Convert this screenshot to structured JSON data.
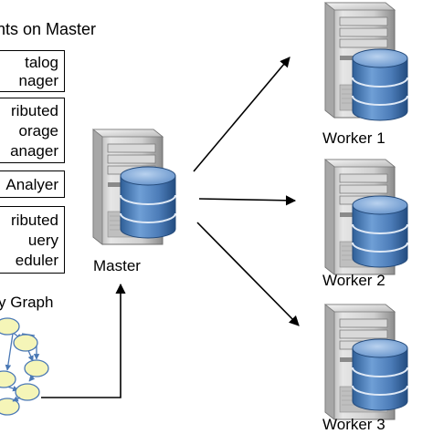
{
  "master_panel": {
    "title": "nts on Master",
    "components": [
      {
        "lines": [
          "talog",
          "nager"
        ]
      },
      {
        "lines": [
          "ributed",
          "orage",
          "anager"
        ]
      },
      {
        "lines": [
          "Analyer"
        ]
      },
      {
        "lines": [
          "ributed",
          "uery",
          "eduler"
        ]
      }
    ]
  },
  "graph_panel": {
    "title": "y Graph"
  },
  "nodes": {
    "master": {
      "label": "Master"
    },
    "workers": [
      {
        "label": "Worker 1"
      },
      {
        "label": "Worker 2"
      },
      {
        "label": "Worker 3"
      }
    ]
  },
  "colors": {
    "db_blue": "#4f7fb8",
    "db_blue_light": "#8fb3dd",
    "server_gray": "#c8c8c8",
    "graph_node_fill": "#f5f5b8",
    "graph_edge": "#4a78b5"
  }
}
